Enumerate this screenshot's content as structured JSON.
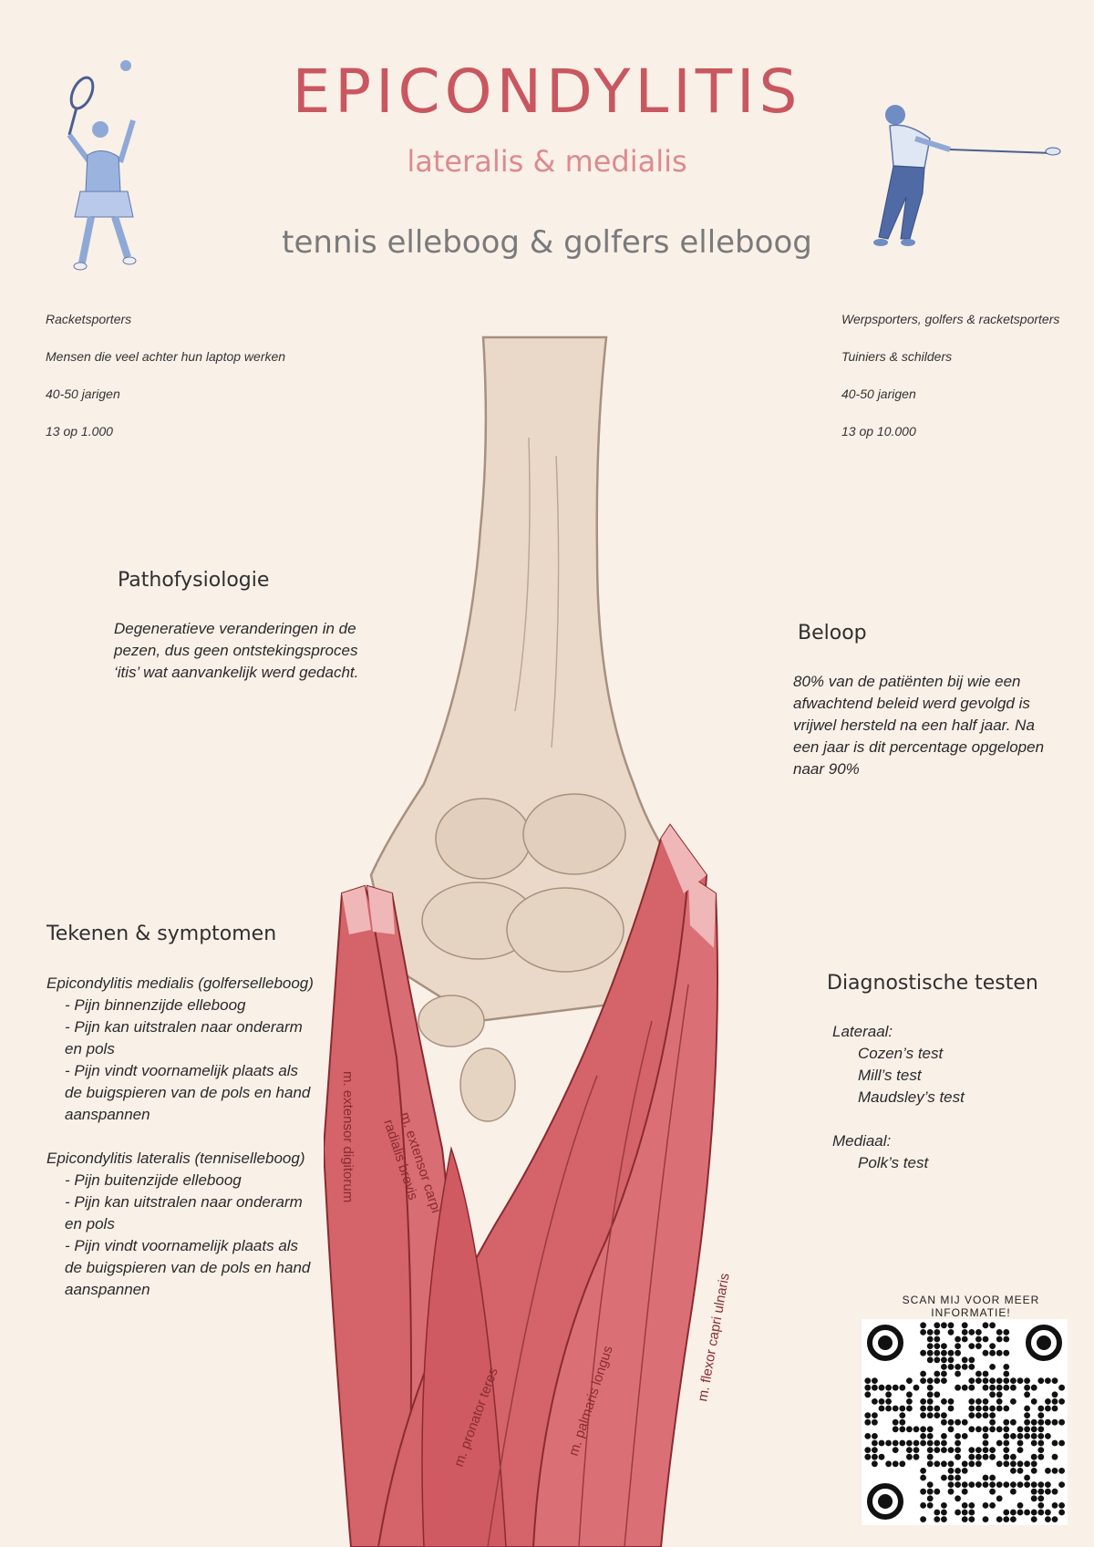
{
  "header": {
    "title": "EPICONDYLITIS",
    "subtitle": "lateralis & medialis",
    "tagline": "tennis elleboog & golfers elleboog"
  },
  "risk_left": {
    "items": [
      "Racketsporters",
      "Mensen die veel achter hun laptop werken",
      "40-50 jarigen",
      "13 op 1.000"
    ]
  },
  "risk_right": {
    "items": [
      "Werpsporters, golfers & racketsporters",
      "Tuiniers & schilders",
      "40-50 jarigen",
      "13 op 10.000"
    ]
  },
  "pathofysiologie": {
    "heading": "Pathofysiologie",
    "lines": [
      "Degeneratieve veranderingen in de",
      "pezen, dus geen ontstekingsproces",
      "‘itis’ wat aanvankelijk werd gedacht."
    ]
  },
  "beloop": {
    "heading": "Beloop",
    "lines": [
      "80% van de patiënten bij wie een",
      "afwachtend beleid werd gevolgd is",
      "vrijwel hersteld na een half jaar. Na",
      "een jaar is dit percentage opgelopen",
      "naar 90%"
    ]
  },
  "tekenen": {
    "heading": "Tekenen & symptomen",
    "medialis_title": "Epicondylitis medialis (golferselleboog)",
    "medialis_lines": [
      "- Pijn binnenzijde elleboog",
      "- Pijn kan uitstralen naar onderarm",
      "en pols",
      "- Pijn vindt voornamelijk plaats als",
      "de buigspieren van de pols en hand",
      "aanspannen"
    ],
    "lateralis_title": "Epicondylitis lateralis (tenniselleboog)",
    "lateralis_lines": [
      "- Pijn buitenzijde elleboog",
      "- Pijn kan uitstralen naar onderarm",
      "en pols",
      "- Pijn vindt voornamelijk plaats als",
      "de buigspieren van de pols en hand",
      "aanspannen"
    ]
  },
  "diagnostiek": {
    "heading": "Diagnostische testen",
    "lateraal_label": "Lateraal:",
    "lateraal_tests": [
      "Cozen’s test",
      "Mill’s test",
      "Maudsley’s test"
    ],
    "mediaal_label": "Mediaal:",
    "mediaal_tests": [
      "Polk’s test"
    ]
  },
  "muscles": {
    "extensor_digitorum": "m. extensor digitorum",
    "extensor_carpi_1": "m. extensor carpi",
    "extensor_carpi_2": "radialis brevis",
    "pronator_teres": "m. pronator teres",
    "palmaris_longus": "m. palmaris longus",
    "flexor_carpi_ulnaris": "m. flexor capri ulnaris"
  },
  "qr": {
    "caption": "SCAN MIJ VOOR MEER INFORMATIE!"
  },
  "colors": {
    "title": "#c9575f",
    "subtitle": "#dd8a8f",
    "tagline": "#7a7a7a",
    "background": "#f9f0e8",
    "muscle": "#d4636a",
    "bone": "#ead9c9",
    "figure": "#8fa9d6"
  }
}
